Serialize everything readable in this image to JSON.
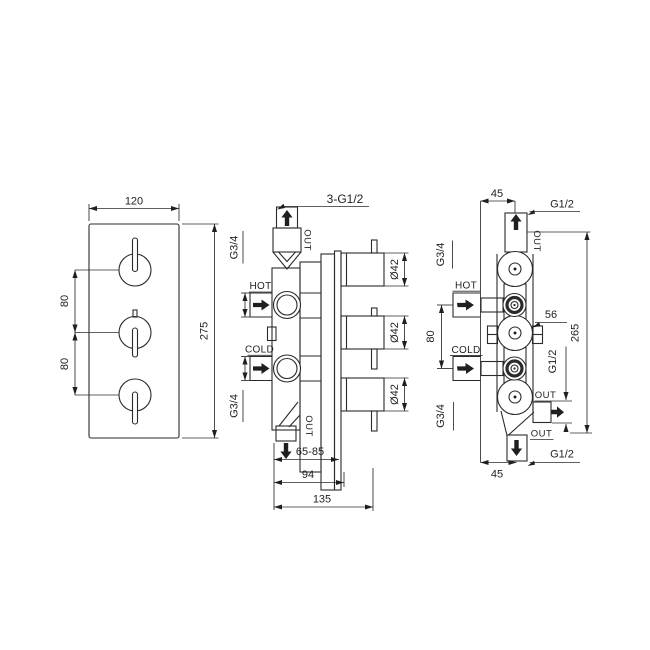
{
  "drawing": {
    "line_color": "#2b2b2b",
    "front_view": {
      "width": "120",
      "height": "275",
      "spacing_upper": "80",
      "spacing_lower": "80"
    },
    "side_view": {
      "outlet_label": "3-G1/2",
      "inlet_top_thread": "G3/4",
      "inlet_bottom_thread": "G3/4",
      "hot": "HOT",
      "cold": "COLD",
      "out_top": "OUT",
      "out_bottom": "OUT",
      "knob_diameter": "Ø42",
      "depth_range": "65-85",
      "depth_mid": "94",
      "depth_total": "135"
    },
    "back_view": {
      "offset_top": "45",
      "offset_bottom": "45",
      "outlet_top_thread": "G1/2",
      "outlet_side_thread": "G1/2",
      "outlet_bottom_thread": "G1/2",
      "inlet_top_thread": "G3/4",
      "inlet_bottom_thread": "G3/4",
      "hot": "HOT",
      "cold": "COLD",
      "out_top": "OUT",
      "out_side": "OUT",
      "out_bottom": "OUT",
      "inlet_spacing": "80",
      "body_width": "56",
      "height": "265"
    }
  }
}
